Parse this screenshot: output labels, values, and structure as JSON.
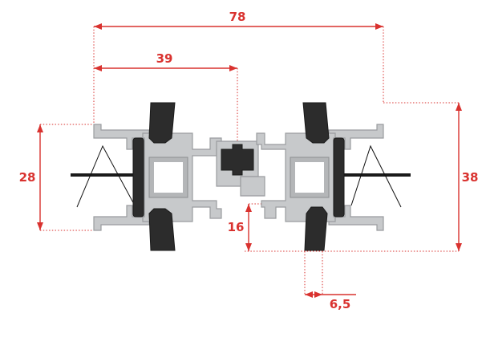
{
  "colors": {
    "dimension": "#d9322f",
    "aluminium": "#c7c9cb",
    "gasket": "#2c2c2c",
    "background": "#ffffff"
  },
  "dimensions": {
    "overall_width": "78",
    "half_width": "39",
    "left_height": "28",
    "right_height": "38",
    "offset_height": "16",
    "gasket_width": "6,5"
  }
}
